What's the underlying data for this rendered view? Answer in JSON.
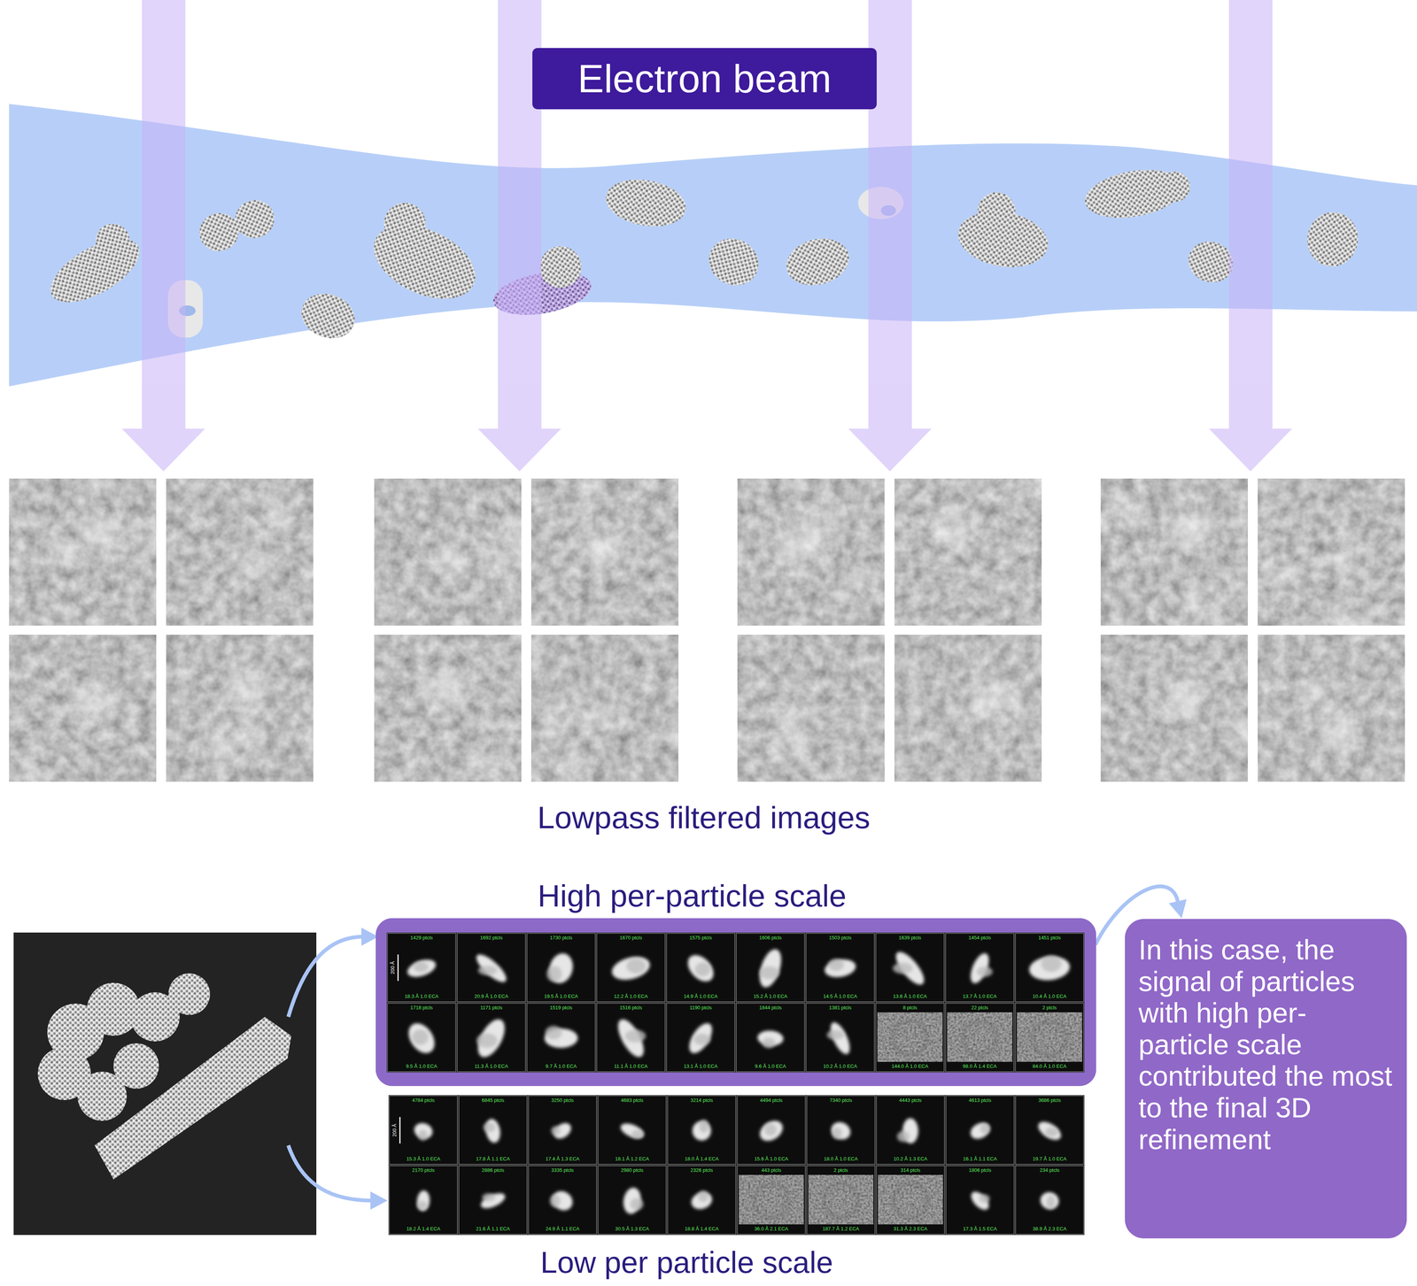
{
  "diagram": {
    "nodes": [
      {
        "text": [
          "Electron beam"
        ]
      },
      {
        "text": [
          "High per-particle scale"
        ]
      },
      {
        "text": [
          "In this case, the signal of particles with high per-particle scale contributed the most to the final 3D refinement"
        ]
      }
    ],
    "edges": [
      {
        "from": 1,
        "to": 2,
        "arrow": "to"
      }
    ],
    "labels": [
      "Lowpass filtered images",
      "200 Å",
      "1429 ptcls",
      "18.3 Å 1.0 ECA",
      "1692 ptcls",
      "20.9 Å 1.0 ECA",
      "1730 ptcls",
      "19.5 Å 1.0 ECA",
      "1670 ptcls",
      "12.2 Å 1.0 ECA",
      "1575 ptcls",
      "14.9 Å 1.0 ECA",
      "1606 ptcls",
      "15.2 Å 1.0 ECA",
      "1503 ptcls",
      "14.5 Å 1.0 ECA",
      "1639 ptcls",
      "13.6 Å 1.0 ECA",
      "1454 ptcls",
      "13.7 Å 1.0 ECA",
      "1451 ptcls",
      "10.4 Å 1.0 ECA",
      "1718 ptcls",
      "9.5 Å 1.0 ECA",
      "1171 ptcls",
      "11.3 Å 1.0 ECA",
      "1519 ptcls",
      "9.7 Å 1.0 ECA",
      "1516 ptcls",
      "11.1 Å 1.0 ECA",
      "1190 ptcls",
      "13.1 Å 1.0 ECA",
      "1844 ptcls",
      "9.6 Å 1.0 ECA",
      "1381 ptcls",
      "10.2 Å 1.0 ECA",
      "8 ptcls",
      "144.0 Å 1.0 ECA",
      "22 ptcls",
      "98.0 Å 1.4 ECA",
      "2 ptcls",
      "84.0 Å 1.0 ECA",
      "200 Å",
      "4784 ptcls",
      "15.3 Å 1.0 ECA",
      "6845 ptcls",
      "17.8 Å 1.1 ECA",
      "3250 ptcls",
      "17.4 Å 1.3 ECA",
      "4683 ptcls",
      "18.1 Å 1.2 ECA",
      "3214 ptcls",
      "18.0 Å 1.4 ECA",
      "4494 ptcls",
      "15.6 Å 1.0 ECA",
      "7340 ptcls",
      "18.0 Å 1.0 ECA",
      "4443 ptcls",
      "10.2 Å 1.3 ECA",
      "4613 ptcls",
      "16.1 Å 1.1 ECA",
      "3686 ptcls",
      "19.7 Å 1.0 ECA",
      "2170 ptcls",
      "18.2 Å 1.4 ECA",
      "2886 ptcls",
      "21.6 Å 1.1 ECA",
      "3335 ptcls",
      "24.9 Å 1.1 ECA",
      "2980 ptcls",
      "30.5 Å 1.3 ECA",
      "2326 ptcls",
      "18.8 Å 1.4 ECA",
      "443 ptcls",
      "36.0 Å 2.1 ECA",
      "2 ptcls",
      "187.7 Å 1.2 ECA",
      "314 ptcls",
      "31.3 Å 2.3 ECA",
      "1806 ptcls",
      "17.3 Å 1.5 ECA",
      "234 ptcls",
      "38.9 Å 2.3 ECA",
      "Low per particle scale"
    ]
  }
}
